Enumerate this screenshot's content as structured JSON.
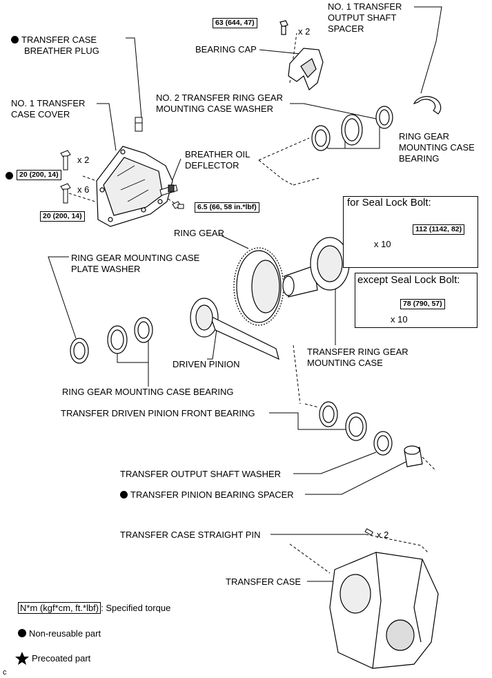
{
  "labels": {
    "output_shaft_spacer": [
      "NO. 1 TRANSFER",
      "OUTPUT SHAFT",
      "SPACER"
    ],
    "breather_plug": [
      "TRANSFER CASE",
      "BREATHER PLUG"
    ],
    "bearing_cap": "BEARING CAP",
    "case_cover": [
      "NO. 1 TRANSFER",
      "CASE COVER"
    ],
    "no2_washer": [
      "NO. 2 TRANSFER RING GEAR",
      "MOUNTING CASE WASHER"
    ],
    "rg_mount_case_bearing_right": [
      "RING GEAR",
      "MOUNTING CASE",
      "BEARING"
    ],
    "breather_oil_deflector": [
      "BREATHER OIL",
      "DEFLECTOR"
    ],
    "ring_gear": "RING GEAR",
    "plate_washer": [
      "RING GEAR MOUNTING CASE",
      "PLATE WASHER"
    ],
    "driven_pinion": "DRIVEN PINION",
    "transfer_ring_gear_mounting_case": [
      "TRANSFER RING GEAR",
      "MOUNTING CASE"
    ],
    "rg_mount_case_bearing_bottom": "RING GEAR MOUNTING CASE BEARING",
    "driven_pinion_front_bearing": "TRANSFER DRIVEN PINION FRONT BEARING",
    "output_shaft_washer": "TRANSFER OUTPUT SHAFT WASHER",
    "pinion_bearing_spacer": "TRANSFER PINION BEARING SPACER",
    "straight_pin": "TRANSFER CASE STRAIGHT PIN",
    "transfer_case": "TRANSFER CASE"
  },
  "torques": {
    "bearing_cap_bolt": "63 (644, 47)",
    "cover_bolt_a": "20 (200, 14)",
    "cover_bolt_b": "20 (200, 14)",
    "deflector_bolt": "6.5 (66, 58 in.*lbf)",
    "seal_lock_bolt": "112 (1142, 82)",
    "except_seal_lock_bolt": "78 (790, 57)"
  },
  "quantities": {
    "bearing_cap_bolt": "x 2",
    "cover_bolt_a": "x 2",
    "cover_bolt_b": "x 6",
    "seal_lock_bolt": "x 10",
    "except_seal_lock_bolt": "x 10",
    "straight_pin": "x 2"
  },
  "boxes": {
    "seal_lock_title": "for Seal Lock Bolt:",
    "except_seal_lock_title": "except Seal Lock Bolt:"
  },
  "legend": {
    "torque_key": "N*m (kgf*cm, ft.*lbf)",
    "torque_text": ": Specified torque",
    "non_reusable": "Non-reusable part",
    "precoated": "Precoated part"
  },
  "corner_mark": "c"
}
